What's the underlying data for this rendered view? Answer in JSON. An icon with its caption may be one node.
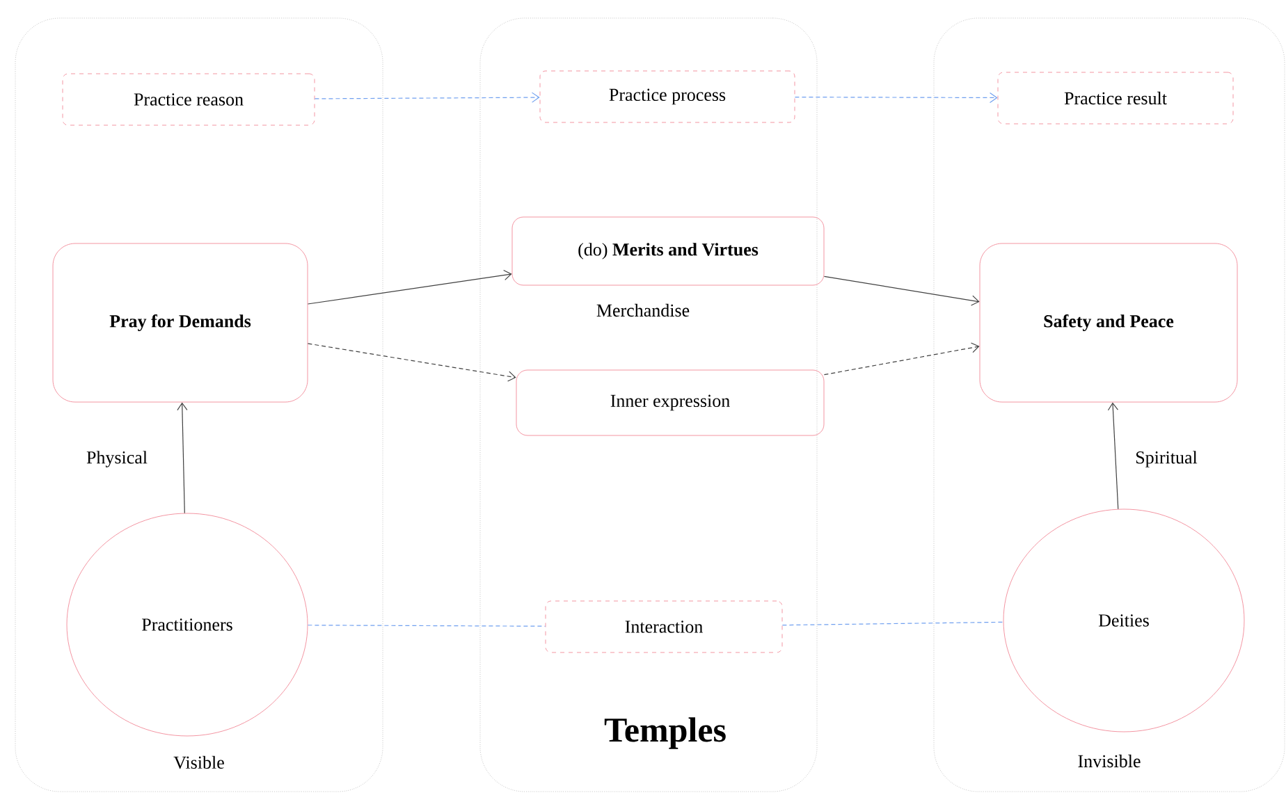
{
  "diagram": {
    "nodes": [
      {
        "text": [
          "Visible"
        ]
      },
      {
        "text": [
          "Practice reason"
        ],
        "in": 0
      },
      {
        "text": [
          "Pray for Demands"
        ],
        "in": 0
      },
      {
        "text": [
          "Practitioners"
        ],
        "in": 0
      },
      {
        "text": [
          "Temples"
        ]
      },
      {
        "text": [
          "Practice process"
        ],
        "in": 4
      },
      {
        "text": [
          "(do) **Merits and Virtues**"
        ],
        "in": 4,
        "beside": [
          "Merchandise"
        ]
      },
      {
        "text": [
          "Inner expression"
        ],
        "in": 4
      },
      {
        "text": [
          "Interaction"
        ],
        "in": 4
      },
      {
        "text": [
          "Invisible"
        ]
      },
      {
        "text": [
          "Practice result"
        ],
        "in": 9
      },
      {
        "text": [
          "Safety and Peace"
        ],
        "in": 9
      },
      {
        "text": [
          "Deities"
        ],
        "in": 9
      }
    ],
    "edges": [
      {
        "from": 1,
        "to": 5,
        "arrow": "to",
        "style": "dashed",
        "color": "#6f9fef"
      },
      {
        "from": 5,
        "to": 10,
        "arrow": "to",
        "style": "dashed",
        "color": "#6f9fef"
      },
      {
        "from": 2,
        "to": 6,
        "arrow": "to"
      },
      {
        "from": 2,
        "to": 7,
        "arrow": "to",
        "style": "dashed"
      },
      {
        "from": 6,
        "to": 11,
        "arrow": "to"
      },
      {
        "from": 7,
        "to": 11,
        "arrow": "to",
        "style": "dashed"
      },
      {
        "from": 3,
        "to": 2,
        "arrow": "to",
        "label": "Physical"
      },
      {
        "from": 12,
        "to": 11,
        "arrow": "to",
        "label": "Spiritual"
      },
      {
        "from": 3,
        "to": 8,
        "arrow": "none",
        "style": "dashed",
        "color": "#6f9fef"
      },
      {
        "from": 8,
        "to": 12,
        "arrow": "none",
        "style": "dashed",
        "color": "#6f9fef"
      }
    ]
  }
}
